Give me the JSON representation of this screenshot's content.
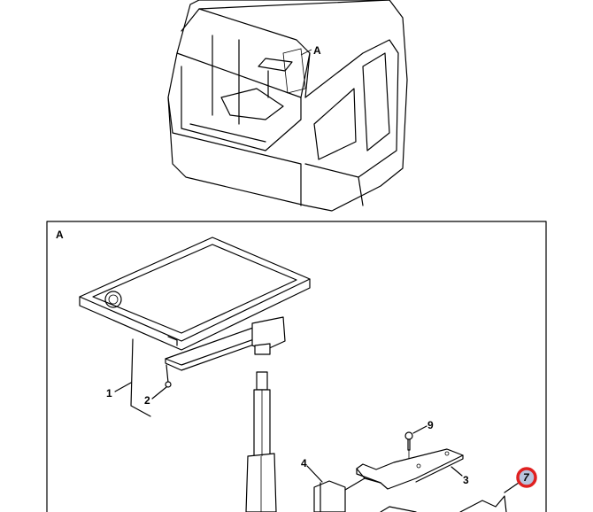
{
  "overview": {
    "callout": "A"
  },
  "detail": {
    "view_label": "A",
    "callouts": {
      "part_1": "1",
      "part_2": "2",
      "part_3": "3",
      "part_4": "4",
      "part_9": "9",
      "part_7": "7"
    },
    "highlight_color": "#e02020",
    "highlight_fill": "#b8c4de"
  }
}
